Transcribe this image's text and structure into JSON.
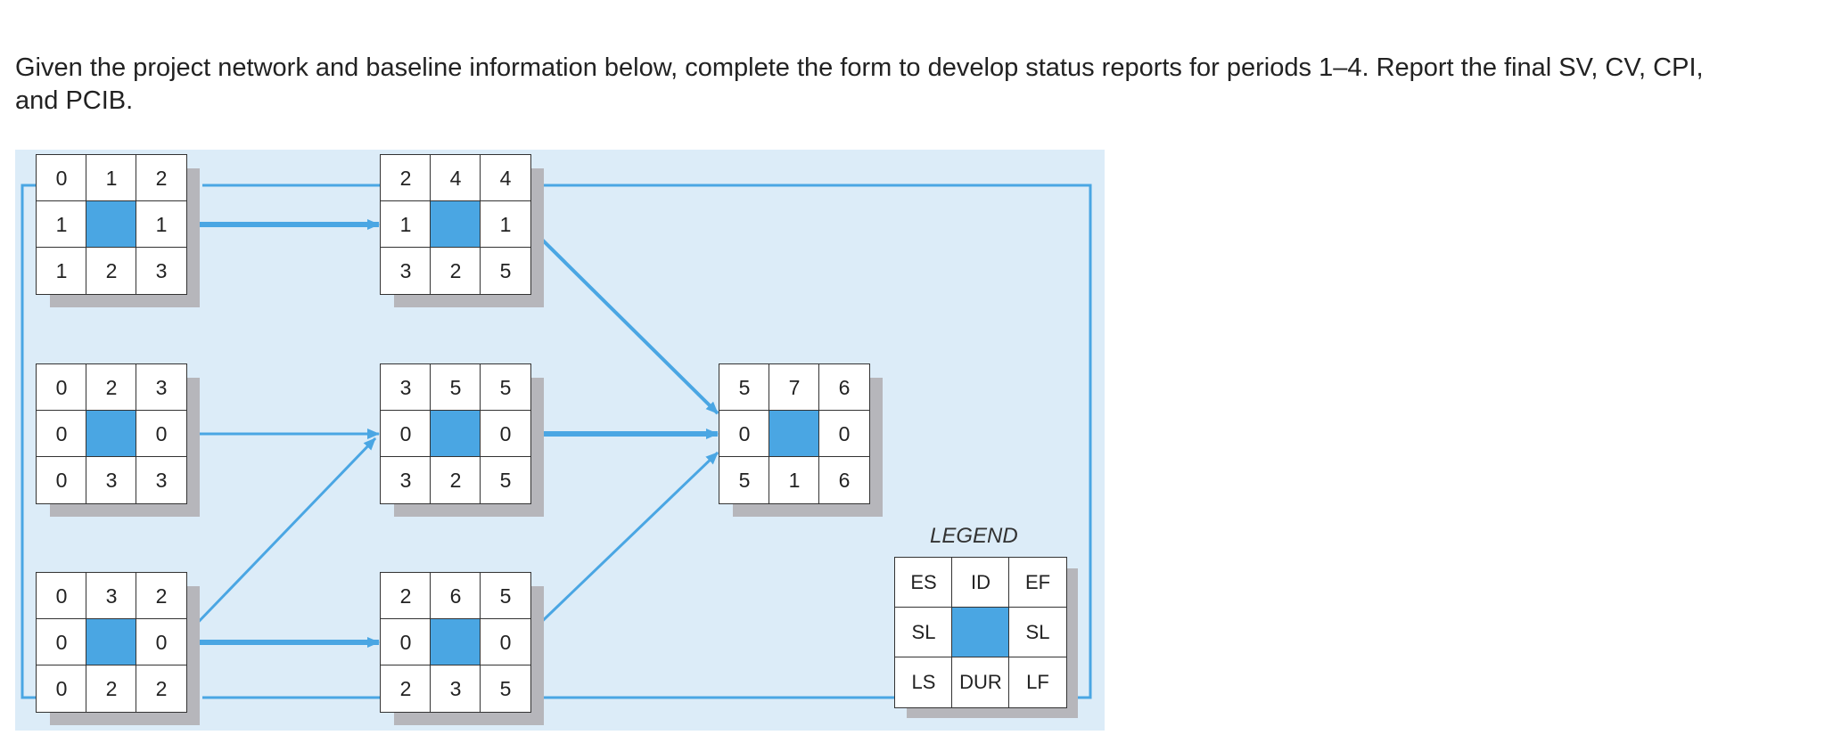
{
  "question": "Given the project network and baseline information below, complete the form to develop status reports for periods 1–4. Report the final SV, CV, CPI, and PCIB.",
  "legend": {
    "title": "LEGEND",
    "cells": [
      "ES",
      "ID",
      "EF",
      "SL",
      "",
      "SL",
      "LS",
      "DUR",
      "LF"
    ]
  },
  "colors": {
    "id_fill": "#4aa6e3",
    "arrow": "#4aa6e3",
    "panel": "#dcecf8",
    "shadow": "#b6b6bb"
  },
  "nodes": [
    {
      "name": "node-1",
      "es": "0",
      "id": "1",
      "ef": "2",
      "sl_left": "1",
      "sl_right": "1",
      "ls": "1",
      "dur": "2",
      "lf": "3"
    },
    {
      "name": "node-2",
      "es": "0",
      "id": "2",
      "ef": "3",
      "sl_left": "0",
      "sl_right": "0",
      "ls": "0",
      "dur": "3",
      "lf": "3"
    },
    {
      "name": "node-3",
      "es": "0",
      "id": "3",
      "ef": "2",
      "sl_left": "0",
      "sl_right": "0",
      "ls": "0",
      "dur": "2",
      "lf": "2"
    },
    {
      "name": "node-4",
      "es": "2",
      "id": "4",
      "ef": "4",
      "sl_left": "1",
      "sl_right": "1",
      "ls": "3",
      "dur": "2",
      "lf": "5"
    },
    {
      "name": "node-5",
      "es": "3",
      "id": "5",
      "ef": "5",
      "sl_left": "0",
      "sl_right": "0",
      "ls": "3",
      "dur": "2",
      "lf": "5"
    },
    {
      "name": "node-6",
      "es": "2",
      "id": "6",
      "ef": "5",
      "sl_left": "0",
      "sl_right": "0",
      "ls": "2",
      "dur": "3",
      "lf": "5"
    },
    {
      "name": "node-7",
      "es": "5",
      "id": "7",
      "ef": "6",
      "sl_left": "0",
      "sl_right": "0",
      "ls": "5",
      "dur": "1",
      "lf": "6"
    }
  ]
}
